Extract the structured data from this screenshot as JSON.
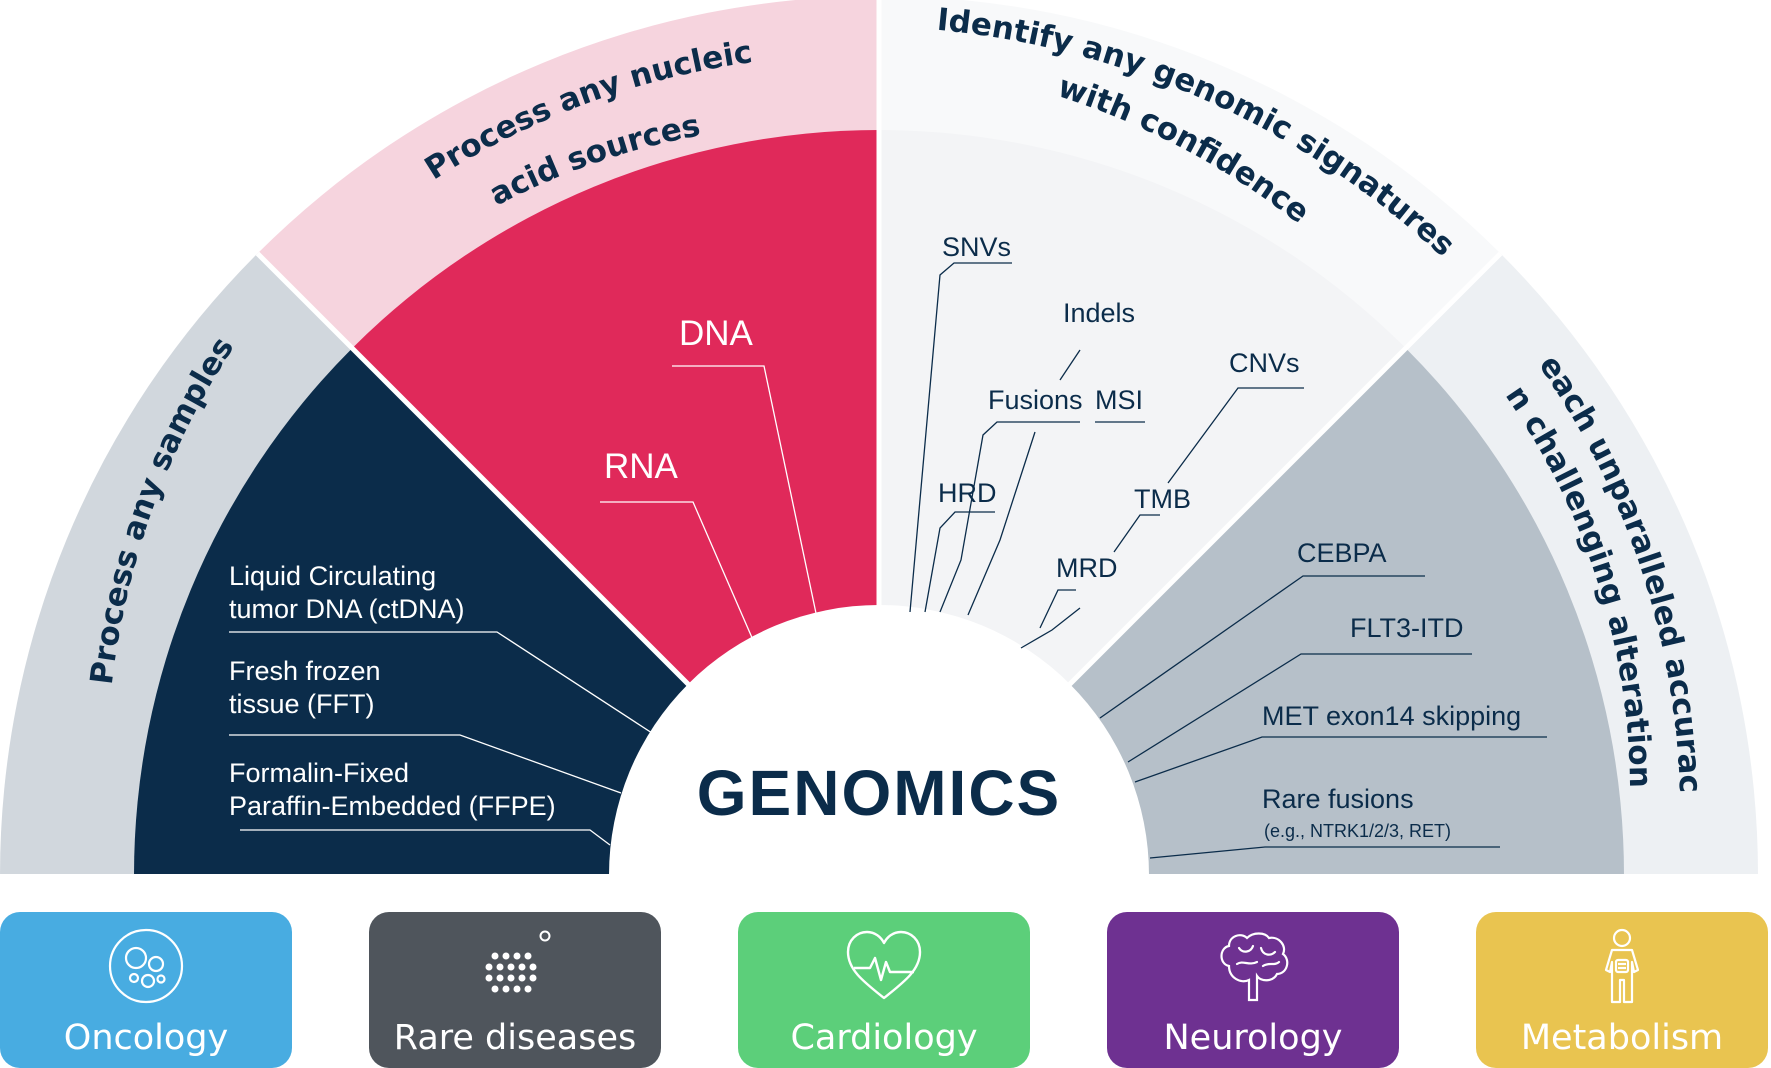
{
  "colors": {
    "navy": "#0b2c4a",
    "crimson": "#e0295a",
    "pink": "#f6d4de",
    "light_gray": "#d1d7dd",
    "pale": "#f5f6f8",
    "slate": "#b6c0c9",
    "oncology": "#48ace1",
    "rare_diseases": "#4f555c",
    "cardiology": "#5ccf7a",
    "neurology": "#6e3191",
    "metabolism": "#e9c450"
  },
  "center": {
    "title": "GENOMICS"
  },
  "arcs": {
    "samples": "Process any samples",
    "nucleic_line1": "Process any nucleic",
    "nucleic_line2": "acid sources",
    "signatures_line1": "Identify any genomic signatures",
    "signatures_line2": "with confidence",
    "accuracy_line1": "Reach unparalleled accuracy",
    "accuracy_line2": "on challenging alterations"
  },
  "samples": [
    {
      "line1": "Liquid Circulating",
      "line2": "tumor DNA (ctDNA)"
    },
    {
      "line1": "Fresh frozen",
      "line2": "tissue (FFT)"
    },
    {
      "line1": "Formalin-Fixed",
      "line2": "Paraffin-Embedded (FFPE)"
    }
  ],
  "nucleic": {
    "dna": "DNA",
    "rna": "RNA"
  },
  "signatures": {
    "snvs": "SNVs",
    "indels": "Indels",
    "fusions": "Fusions",
    "msi": "MSI",
    "cnvs": "CNVs",
    "hrd": "HRD",
    "tmb": "TMB",
    "mrd": "MRD"
  },
  "alterations": {
    "cebpa": "CEBPA",
    "flt3": "FLT3-ITD",
    "met": "MET exon14 skipping",
    "rare": "Rare fusions",
    "rare_sub": "(e.g., NTRK1/2/3, RET)"
  },
  "areas": [
    {
      "label": "Oncology",
      "icon": "cells-icon"
    },
    {
      "label": "Rare diseases",
      "icon": "dot-grid-icon"
    },
    {
      "label": "Cardiology",
      "icon": "heart-pulse-icon"
    },
    {
      "label": "Neurology",
      "icon": "brain-icon"
    },
    {
      "label": "Metabolism",
      "icon": "body-icon"
    }
  ]
}
